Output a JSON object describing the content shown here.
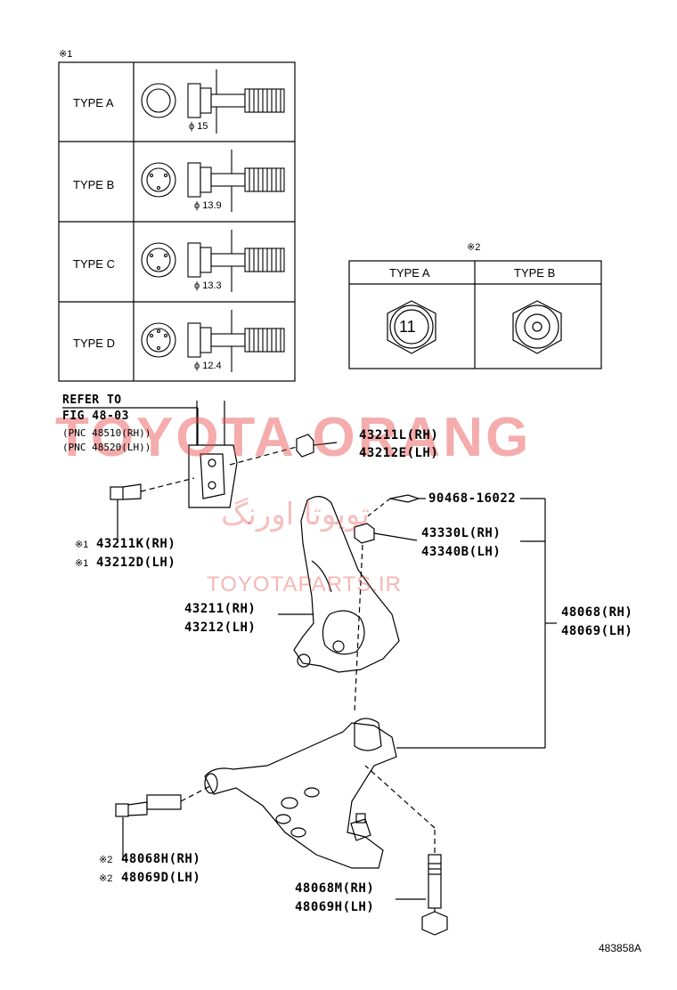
{
  "table1": {
    "marker": "※1",
    "rows": [
      {
        "type": "TYPE A",
        "diameter": "ϕ 15"
      },
      {
        "type": "TYPE B",
        "diameter": "ϕ 13.9"
      },
      {
        "type": "TYPE C",
        "diameter": "ϕ 13.3"
      },
      {
        "type": "TYPE D",
        "diameter": "ϕ 12.4"
      }
    ]
  },
  "table2": {
    "marker": "※2",
    "headers": [
      "TYPE A",
      "TYPE B"
    ],
    "nut_mark": "11"
  },
  "refer": {
    "line1": "REFER TO",
    "line2": "FIG 48-03",
    "line3": "(PNC 48510(RH))",
    "line4": "(PNC 48520(LH))"
  },
  "parts": {
    "nut_rh": "43211L(RH)",
    "nut_lh": "43212E(LH)",
    "bolt_marker1": "※1",
    "bolt_rh": "43211K(RH)",
    "bolt_marker2": "※1",
    "bolt_lh": "43212D(LH)",
    "cotter_pin": "90468-16022",
    "ball_nut_rh": "43330L(RH)",
    "ball_nut_lh": "43340B(LH)",
    "knuckle_rh": "43211(RH)",
    "knuckle_lh": "43212(LH)",
    "arm_rh": "48068(RH)",
    "arm_lh": "48069(LH)",
    "arm_bolt_marker1": "※2",
    "arm_bolt_rh": "48068H(RH)",
    "arm_bolt_marker2": "※2",
    "arm_bolt_lh": "48069D(LH)",
    "rear_bolt_rh": "48068M(RH)",
    "rear_bolt_lh": "48069H(LH)"
  },
  "watermarks": {
    "main": "TOYOTA ORANG",
    "arabic": "تویوتا اورنگ",
    "small": "TOYOTAPARTS.IR"
  },
  "figure_id": "483858A",
  "colors": {
    "watermark": "#e84848",
    "line": "#000000"
  }
}
